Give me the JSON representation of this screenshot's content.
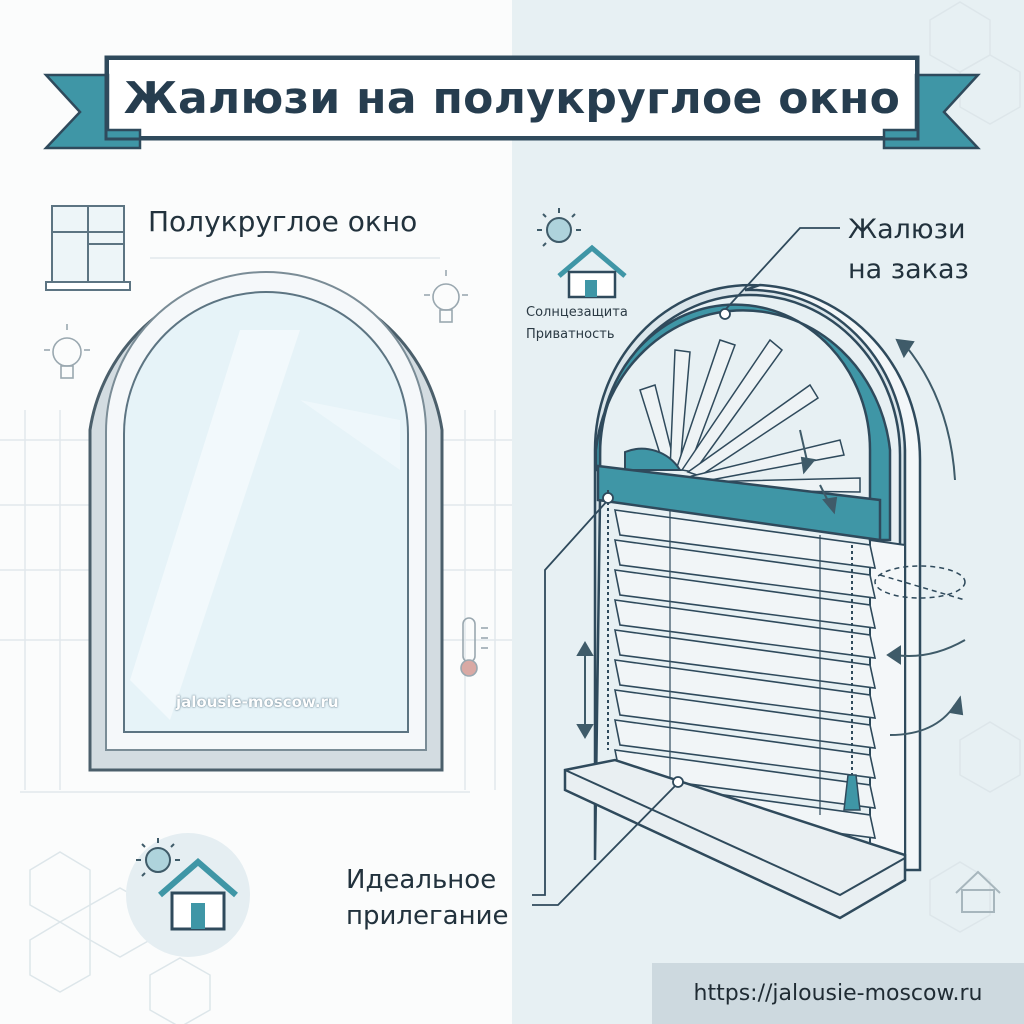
{
  "banner": {
    "title": "Жалюзи на полукруглое окно"
  },
  "left_panel": {
    "title": "Полукруглое окно",
    "watermark": "jalousie-moscow.ru"
  },
  "right_panel": {
    "custom_label_line1": "Жалюзи",
    "custom_label_line2": "на заказ",
    "feature_line1": "Солнцезащита",
    "feature_line2": "Приватность",
    "fit_label_line1": "Идеальное",
    "fit_label_line2": "прилегание"
  },
  "footer": {
    "url": "https://jalousie-moscow.ru"
  },
  "colors": {
    "accent_teal": "#3f96a6",
    "dark_outline": "#2f4a5c",
    "window_frame": "#c9d3d9",
    "glass": "#e6f3f8",
    "url_bar": "#cdd9df"
  },
  "icons": [
    "window-icon",
    "sun-icon",
    "house-icon",
    "lightbulb-icon",
    "thermometer-icon",
    "hexagon-pattern",
    "arrow-icon"
  ]
}
